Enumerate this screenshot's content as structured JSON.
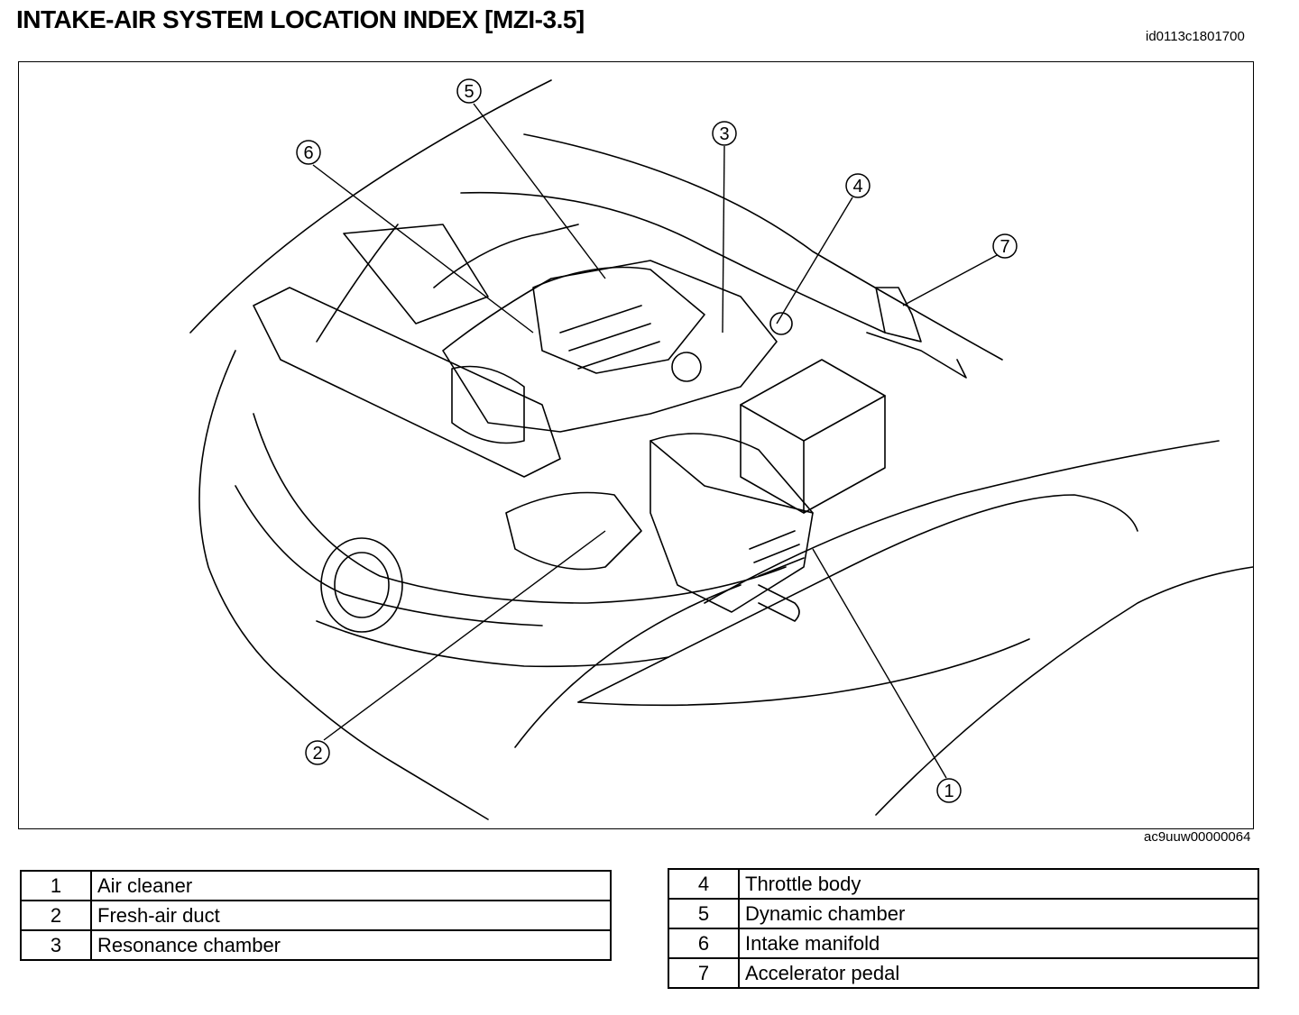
{
  "document": {
    "title": "INTAKE-AIR SYSTEM LOCATION INDEX [MZI-3.5]",
    "doc_id": "id0113c1801700",
    "figure_id": "ac9uuw00000064"
  },
  "callouts": [
    "1",
    "2",
    "3",
    "4",
    "5",
    "6",
    "7"
  ],
  "legend_left": [
    {
      "num": "1",
      "name": "Air cleaner"
    },
    {
      "num": "2",
      "name": "Fresh-air duct"
    },
    {
      "num": "3",
      "name": "Resonance chamber"
    }
  ],
  "legend_right": [
    {
      "num": "4",
      "name": "Throttle body"
    },
    {
      "num": "5",
      "name": "Dynamic chamber"
    },
    {
      "num": "6",
      "name": "Intake manifold"
    },
    {
      "num": "7",
      "name": "Accelerator pedal"
    }
  ]
}
